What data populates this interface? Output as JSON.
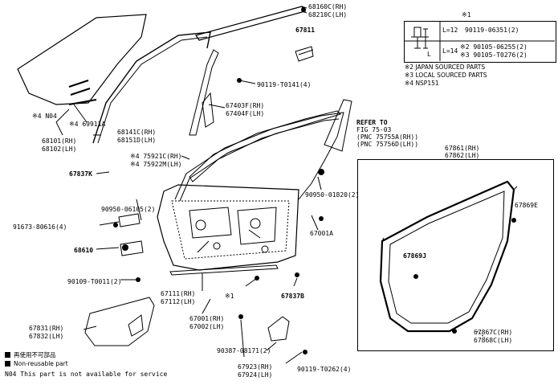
{
  "labels": {
    "l68160": "68160C(RH)",
    "l68210": "68210C(LH)",
    "l67811": "67811",
    "l90119a": "90119-T0141(4)",
    "l67403": "67403F(RH)",
    "l67404": "67404F(LH)",
    "lN04": "※4 N04",
    "l69911": "※4 69911A",
    "l68141": "68141C(RH)",
    "l68151": "68151D(LH)",
    "l68101": "68101(RH)",
    "l68102": "68102(LH)",
    "l75921": "※4 75921C(RH)",
    "l75922": "※4 75922M(LH)",
    "l67837K": "67837K",
    "l90950a": "90950-06105(2)",
    "l90950b": "90950-01820(2)",
    "l91673": "91673-80616(4)",
    "l68610": "68610",
    "l67001A": "67001A",
    "l90109": "90109-T0011(2)",
    "l67111": "67111(RH)",
    "l67112": "67112(LH)",
    "lstar1": "※1",
    "l67837B": "67837B",
    "l67001": "67001(RH)",
    "l67002": "67002(LH)",
    "l67831": "67831(RH)",
    "l67832": "67832(LH)",
    "l90387": "90387-08171(2)",
    "l67923": "67923(RH)",
    "l67924": "67924(LH)",
    "l90119b": "90119-T0262(4)",
    "l67861": "67861(RH)",
    "l67862": "67862(LH)",
    "l67869E": "67869E",
    "l67869J": "67869J",
    "l67867": "67867C(RH)",
    "l67868": "67868C(LH)"
  },
  "refer": {
    "line1": "REFER TO",
    "line2": "FIG 75-03",
    "line3": "(PNC 75755A(RH))",
    "line4": "(PNC 75756D(LH))"
  },
  "legend": {
    "star1": "※1",
    "r1_len": "L=12",
    "r1_part": "90119-06351(2)",
    "r2_len": "L=14",
    "r2_part": "※2 90105-06255(2)",
    "r3_part": "※3 90105-T0276(2)",
    "dim": "L"
  },
  "notes": {
    "n2": "※2 JAPAN SOURCED PARTS",
    "n3": "※3 LOCAL SOURCED PARTS",
    "n4": "※4 NSP151"
  },
  "footer": {
    "f1": "再使用不可部品",
    "f2": "Non-reusable part",
    "f3": "N04 This part is not available for service"
  }
}
